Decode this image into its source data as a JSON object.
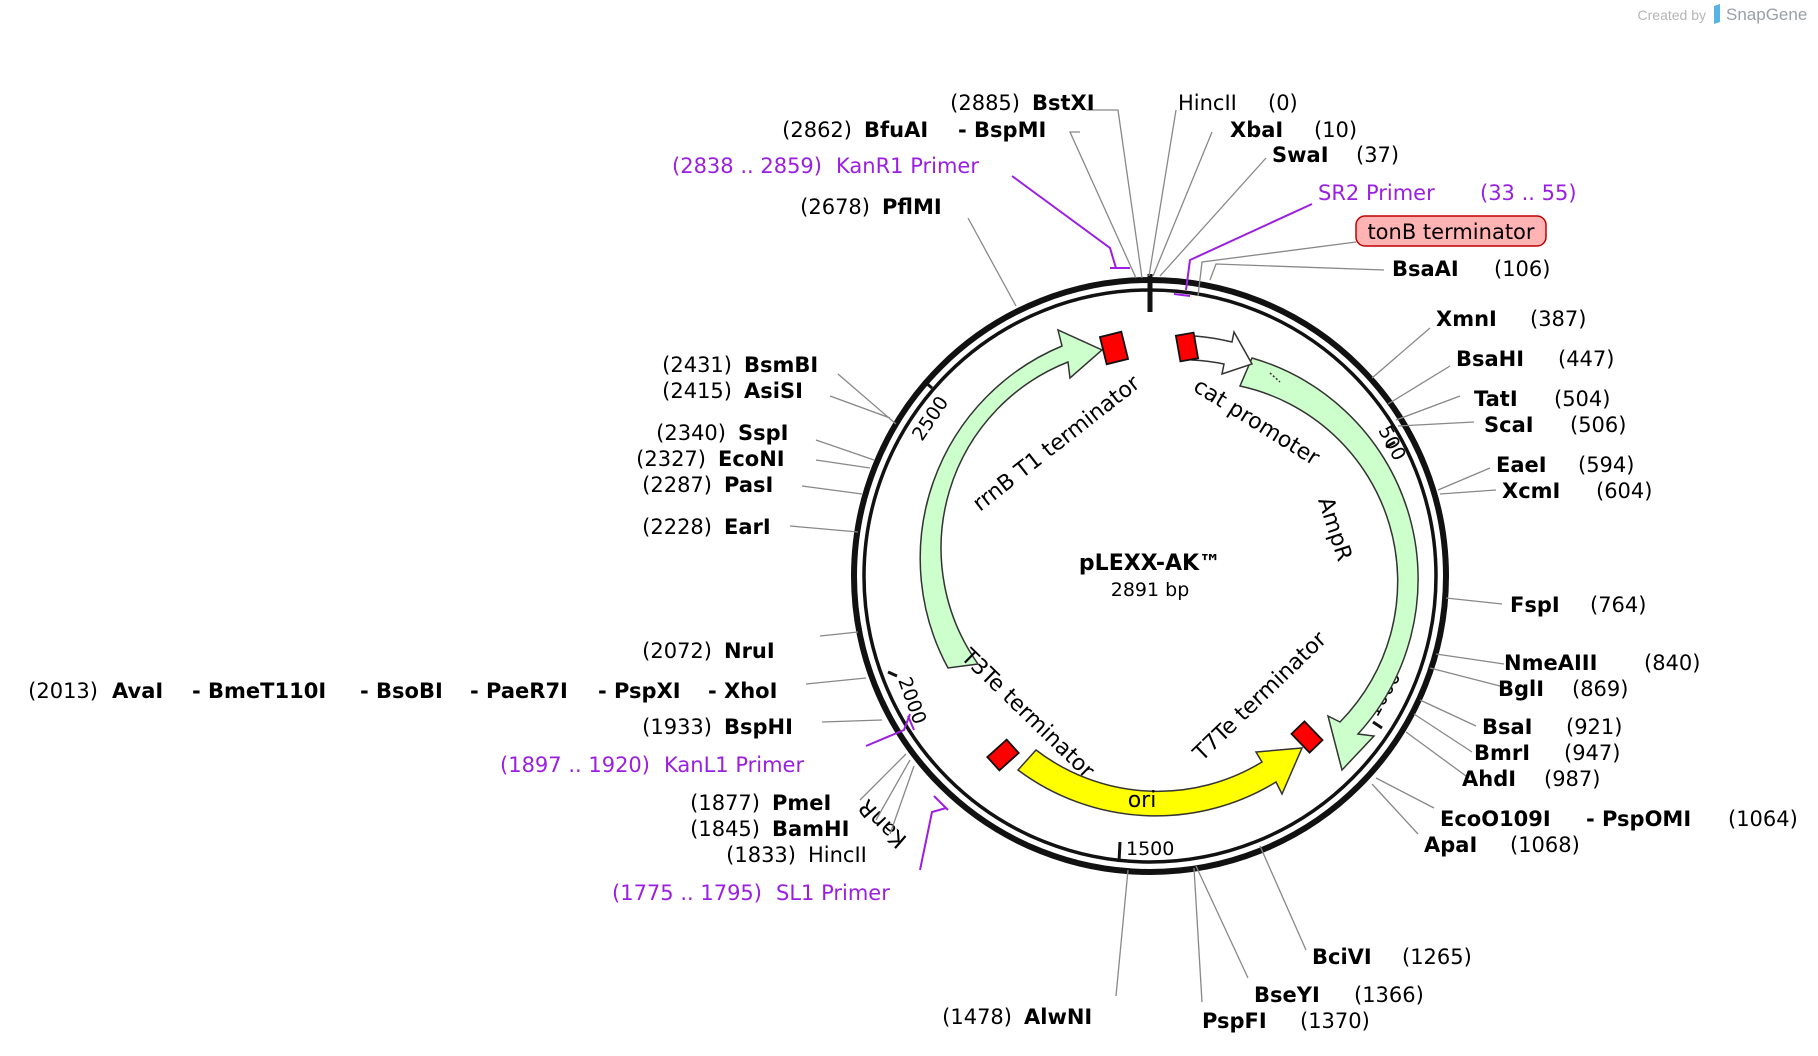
{
  "credit": {
    "created_by": "Created by",
    "brand": "SnapGene"
  },
  "plasmid": {
    "name": "pLEXX-AK™",
    "size": "2891 bp",
    "length": 2891
  },
  "colors": {
    "feature_green": "#ccffcc",
    "feature_yellow": "#ffff00",
    "terminator_red": "#ff0000",
    "primer_purple": "#9a1fe0",
    "tonb_fill": "#ffb3b3",
    "backbone": "#000000"
  },
  "ticks": [
    {
      "bp": 500,
      "label": "500"
    },
    {
      "bp": 1000,
      "label": "1000"
    },
    {
      "bp": 1500,
      "label": "1500"
    },
    {
      "bp": 2000,
      "label": "2000"
    },
    {
      "bp": 2500,
      "label": "2500"
    }
  ],
  "features": [
    {
      "id": "kanr",
      "label": "KanR",
      "type": "arrow",
      "color": "#ccffcc",
      "direction": "cw"
    },
    {
      "id": "ampr",
      "label": "AmpR",
      "type": "arrow",
      "color": "#ccffcc",
      "direction": "cw"
    },
    {
      "id": "ori",
      "label": "ori",
      "type": "arrow",
      "color": "#ffff00",
      "direction": "ccw"
    },
    {
      "id": "cat-promoter",
      "label": "cat promoter",
      "type": "arrow",
      "color": "#ffffff",
      "direction": "cw"
    },
    {
      "id": "rrnb-t1",
      "label": "rrnB T1 terminator",
      "type": "terminator",
      "color": "#ff0000"
    },
    {
      "id": "t3te",
      "label": "T3Te terminator",
      "type": "terminator",
      "color": "#ff0000"
    },
    {
      "id": "t7te",
      "label": "T7Te terminator",
      "type": "terminator",
      "color": "#ff0000"
    },
    {
      "id": "tonb",
      "label": "tonB terminator",
      "type": "terminator-callout",
      "color": "#ffb3b3"
    }
  ],
  "sites": [
    {
      "id": "bstxi",
      "pos": "(2885)",
      "names": [
        "BstXI"
      ]
    },
    {
      "id": "bfuai",
      "pos": "(2862)",
      "names": [
        "BfuAI",
        "- BspMI"
      ]
    },
    {
      "id": "hincii-0",
      "pos": "(0)",
      "names": [
        "HincII"
      ],
      "light": true
    },
    {
      "id": "xbai",
      "pos": "(10)",
      "names": [
        "XbaI"
      ]
    },
    {
      "id": "swai",
      "pos": "(37)",
      "names": [
        "SwaI"
      ]
    },
    {
      "id": "pflmi",
      "pos": "(2678)",
      "names": [
        "PflMI"
      ]
    },
    {
      "id": "bsaai",
      "pos": "(106)",
      "names": [
        "BsaAI"
      ]
    },
    {
      "id": "xmni",
      "pos": "(387)",
      "names": [
        "XmnI"
      ]
    },
    {
      "id": "bsahi",
      "pos": "(447)",
      "names": [
        "BsaHI"
      ]
    },
    {
      "id": "tati",
      "pos": "(504)",
      "names": [
        "TatI"
      ]
    },
    {
      "id": "scai",
      "pos": "(506)",
      "names": [
        "ScaI"
      ]
    },
    {
      "id": "eaei",
      "pos": "(594)",
      "names": [
        "EaeI"
      ]
    },
    {
      "id": "xcmi",
      "pos": "(604)",
      "names": [
        "XcmI"
      ]
    },
    {
      "id": "fspi",
      "pos": "(764)",
      "names": [
        "FspI"
      ]
    },
    {
      "id": "nmeaiii",
      "pos": "(840)",
      "names": [
        "NmeAIII"
      ]
    },
    {
      "id": "bgli",
      "pos": "(869)",
      "names": [
        "BglI"
      ]
    },
    {
      "id": "bsai",
      "pos": "(921)",
      "names": [
        "BsaI"
      ]
    },
    {
      "id": "bmri",
      "pos": "(947)",
      "names": [
        "BmrI"
      ]
    },
    {
      "id": "ahdi",
      "pos": "(987)",
      "names": [
        "AhdI"
      ]
    },
    {
      "id": "eco0109i",
      "pos": "(1064)",
      "names": [
        "EcoO109I",
        "- PspOMI"
      ]
    },
    {
      "id": "apai",
      "pos": "(1068)",
      "names": [
        "ApaI"
      ]
    },
    {
      "id": "bcivi",
      "pos": "(1265)",
      "names": [
        "BciVI"
      ]
    },
    {
      "id": "bseyi",
      "pos": "(1366)",
      "names": [
        "BseYI"
      ]
    },
    {
      "id": "pspfi",
      "pos": "(1370)",
      "names": [
        "PspFI"
      ]
    },
    {
      "id": "alwni",
      "pos": "(1478)",
      "names": [
        "AlwNI"
      ]
    },
    {
      "id": "bsmbi",
      "pos": "(2431)",
      "names": [
        "BsmBI"
      ]
    },
    {
      "id": "asisi",
      "pos": "(2415)",
      "names": [
        "AsiSI"
      ]
    },
    {
      "id": "sspi",
      "pos": "(2340)",
      "names": [
        "SspI"
      ]
    },
    {
      "id": "econi",
      "pos": "(2327)",
      "names": [
        "EcoNI"
      ]
    },
    {
      "id": "pasi",
      "pos": "(2287)",
      "names": [
        "PasI"
      ]
    },
    {
      "id": "eari",
      "pos": "(2228)",
      "names": [
        "EarI"
      ]
    },
    {
      "id": "nrui",
      "pos": "(2072)",
      "names": [
        "NruI"
      ]
    },
    {
      "id": "avai",
      "pos": "(2013)",
      "names": [
        "AvaI",
        "- BmeT110I",
        "- BsoBI",
        "- PaeR7I",
        "- PspXI",
        "- XhoI"
      ]
    },
    {
      "id": "bsphi",
      "pos": "(1933)",
      "names": [
        "BspHI"
      ]
    },
    {
      "id": "pmei",
      "pos": "(1877)",
      "names": [
        "PmeI"
      ]
    },
    {
      "id": "bamhi",
      "pos": "(1845)",
      "names": [
        "BamHI"
      ]
    },
    {
      "id": "hincii-1833",
      "pos": "(1833)",
      "names": [
        "HincII"
      ],
      "light": true
    }
  ],
  "primers": [
    {
      "id": "kanr1",
      "range": "(2838 .. 2859)",
      "label": "KanR1 Primer"
    },
    {
      "id": "sr2",
      "range": "(33 .. 55)",
      "label": "SR2 Primer"
    },
    {
      "id": "kanl1",
      "range": "(1897 .. 1920)",
      "label": "KanL1 Primer"
    },
    {
      "id": "sl1",
      "range": "(1775 .. 1795)",
      "label": "SL1 Primer"
    }
  ]
}
